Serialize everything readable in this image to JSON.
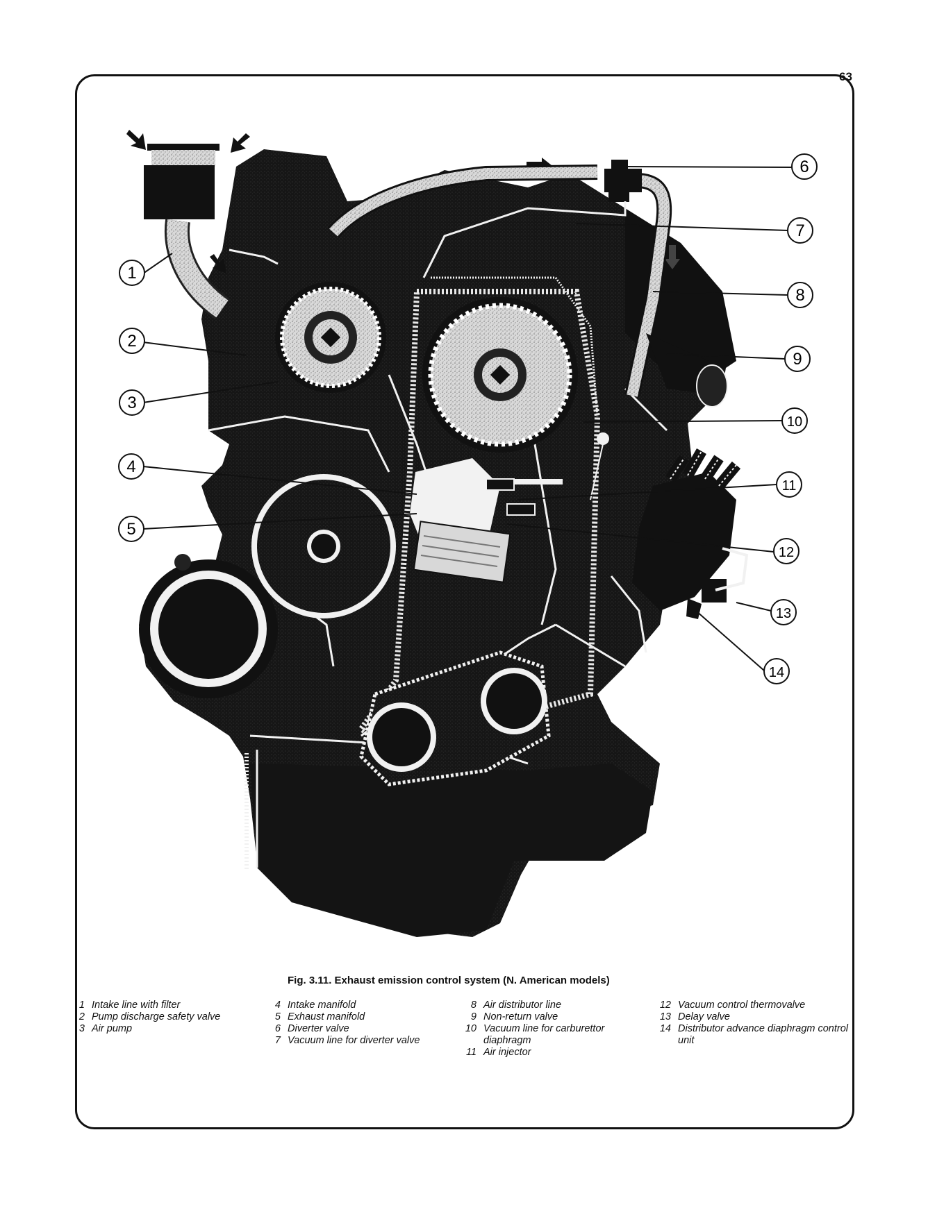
{
  "page_number": "63",
  "caption": "Fig. 3.11. Exhaust emission control system (N. American models)",
  "callouts": [
    "1",
    "2",
    "3",
    "4",
    "5",
    "6",
    "7",
    "8",
    "9",
    "10",
    "11",
    "12",
    "13",
    "14"
  ],
  "legend": [
    [
      {
        "num": "1",
        "text": "Intake line with filter"
      },
      {
        "num": "2",
        "text": "Pump discharge safety valve"
      },
      {
        "num": "3",
        "text": "Air pump"
      }
    ],
    [
      {
        "num": "4",
        "text": "Intake manifold"
      },
      {
        "num": "5",
        "text": "Exhaust manifold"
      },
      {
        "num": "6",
        "text": "Diverter valve"
      },
      {
        "num": "7",
        "text": "Vacuum line for diverter valve"
      }
    ],
    [
      {
        "num": "8",
        "text": "Air distributor line"
      },
      {
        "num": "9",
        "text": "Non-return valve"
      },
      {
        "num": "10",
        "text": "Vacuum line for carburettor diaphragm"
      },
      {
        "num": "11",
        "text": "Air injector"
      }
    ],
    [
      {
        "num": "12",
        "text": "Vacuum control thermovalve"
      },
      {
        "num": "13",
        "text": "Delay valve"
      },
      {
        "num": "14",
        "text": "Distributor advance diaphragm control unit"
      }
    ]
  ]
}
